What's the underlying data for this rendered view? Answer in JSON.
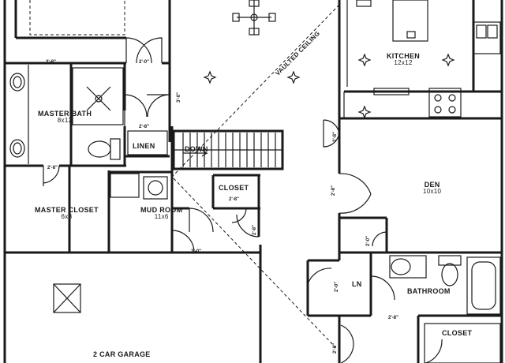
{
  "rooms": {
    "master_bath": {
      "name": "MASTER BATH",
      "size": "8x12"
    },
    "linen": {
      "name": "LINEN"
    },
    "down": {
      "name": "DOWN"
    },
    "closet_hall": {
      "name": "CLOSET"
    },
    "master_closet": {
      "name": "MASTER CLOSET",
      "size": "6x8"
    },
    "mud_room": {
      "name": "MUD ROOM",
      "size": "11x6"
    },
    "kitchen": {
      "name": "KITCHEN",
      "size": "12x12"
    },
    "den": {
      "name": "DEN",
      "size": "10x10"
    },
    "ln": {
      "name": "LN"
    },
    "bathroom": {
      "name": "BATHROOM"
    },
    "closet_bottom": {
      "name": "CLOSET"
    },
    "garage": {
      "name": "2 CAR GARAGE"
    }
  },
  "annotations": {
    "vaulted_ceiling": "VAULTED CEILING"
  },
  "dimensions": {
    "d1": "2'-8\"",
    "d2": "2'-0\"",
    "d3": "2'-8\"",
    "d4": "2'-8\"",
    "d5": "2'-8\"",
    "d6": "2'-0\"",
    "d7": "2'-8\"",
    "d8": "3'-0\"",
    "d9": "2'-8\"",
    "d10": "2'-8\"",
    "d11": "2'-0\"",
    "d12": "2'-8\"",
    "d13": "2'-0\"",
    "d14": "2'-8\""
  }
}
